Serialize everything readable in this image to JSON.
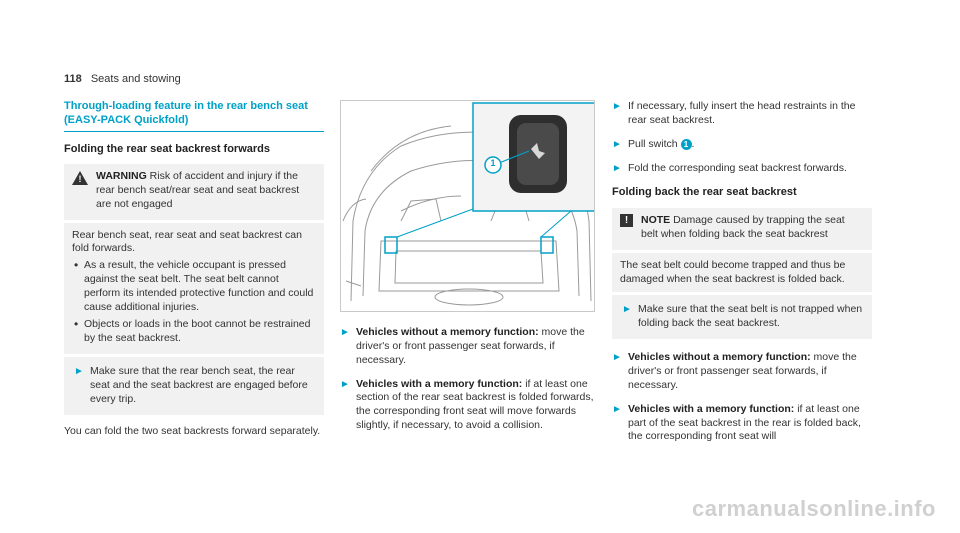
{
  "header": {
    "page_number": "118",
    "section": "Seats and stowing"
  },
  "col1": {
    "title": "Through-loading feature in the rear bench seat (EASY-PACK Quickfold)",
    "subtitle": "Folding the rear seat backrest forwards",
    "warning": {
      "label": "WARNING",
      "text": "Risk of accident and injury if the rear bench seat/rear seat and seat backrest are not engaged",
      "body": "Rear bench seat, rear seat and seat backrest can fold forwards.",
      "bullets": [
        "As a result, the vehicle occupant is pressed against the seat belt. The seat belt cannot perform its intended protective function and could cause additional injuries.",
        "Objects or loads in the boot cannot be restrained by the seat backrest."
      ],
      "action": "Make sure that the rear bench seat, the rear seat and the seat backrest are engaged before every trip."
    },
    "para": "You can fold the two seat backrests forward separately."
  },
  "col2": {
    "callout_number": "1",
    "steps": [
      {
        "bold": "Vehicles without a memory function:",
        "text": " move the driver's or front passenger seat forwards, if necessary."
      },
      {
        "bold": "Vehicles with a memory function:",
        "text": " if at least one section of the rear seat backrest is folded forwards, the corresponding front seat will move forwards slightly, if necessary, to avoid a collision."
      }
    ]
  },
  "col3": {
    "steps": [
      {
        "text": "If necessary, fully insert the head restraints in the rear seat backrest."
      },
      {
        "text_before": "Pull switch ",
        "badge": "1",
        "text_after": "."
      },
      {
        "text": "Fold the corresponding seat backrest forwards."
      }
    ],
    "subtitle": "Folding back the rear seat backrest",
    "note": {
      "label": "NOTE",
      "text": "Damage caused by trapping the seat belt when folding back the seat backrest",
      "body": "The seat belt could become trapped and thus be damaged when the seat backrest is folded back.",
      "action": "Make sure that the seat belt is not trapped when folding back the seat backrest."
    },
    "steps2": [
      {
        "bold": "Vehicles without a memory function:",
        "text": " move the driver's or front passenger seat forwards, if necessary."
      },
      {
        "bold": "Vehicles with a memory function:",
        "text": " if at least one part of the seat backrest in the rear is folded back, the corresponding front seat will"
      }
    ]
  },
  "footer": {
    "watermark": "carmanualsonline.info"
  },
  "colors": {
    "accent": "#00a1c8",
    "text": "#333333",
    "box": "#f1f1f1"
  }
}
